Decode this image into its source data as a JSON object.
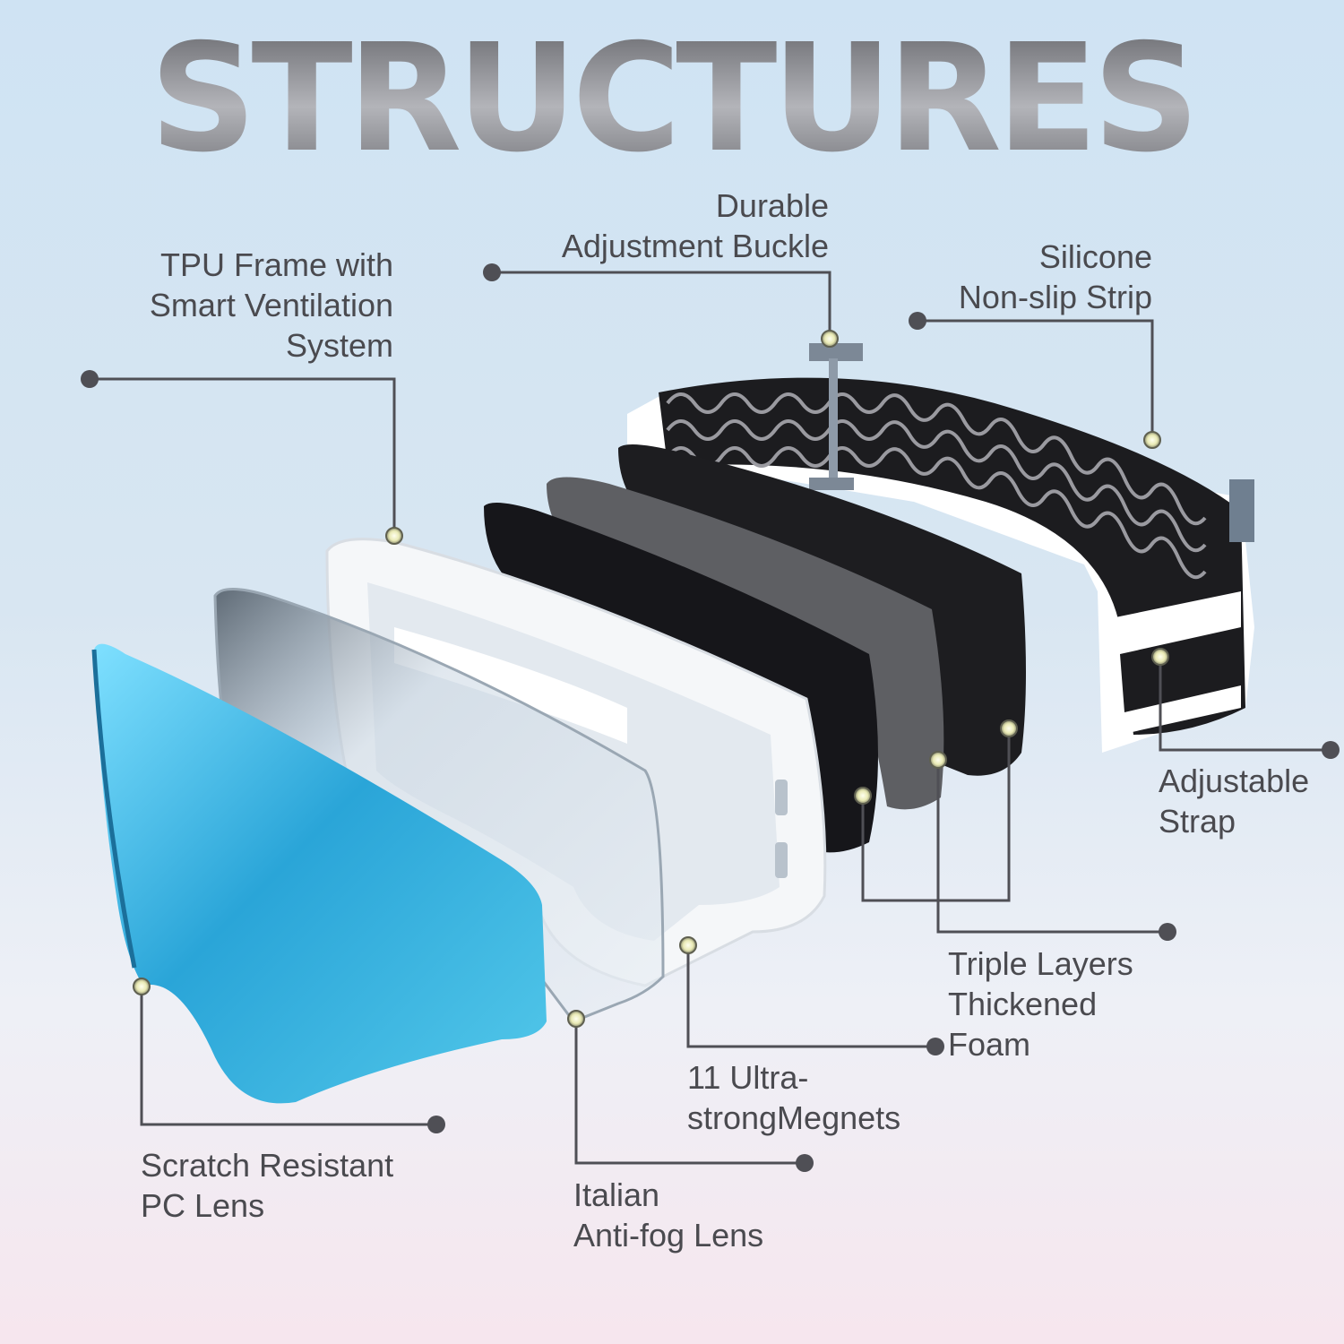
{
  "title": "STRUCTURES",
  "labels": {
    "buckle": {
      "line1": "Durable",
      "line2": "Adjustment Buckle"
    },
    "silicone": {
      "line1": "Silicone",
      "line2": "Non-slip Strip"
    },
    "frame": {
      "line1": "TPU Frame with",
      "line2": "Smart Ventilation",
      "line3": "System"
    },
    "strap": {
      "line1": "Adjustable",
      "line2": "Strap"
    },
    "foam": {
      "line1": "Triple Layers",
      "line2": "Thickened",
      "line3": "Foam"
    },
    "magnets": {
      "line1": "11 Ultra-",
      "line2": "strongMegnets"
    },
    "pclens": {
      "line1": "Scratch Resistant",
      "line2": "PC Lens"
    },
    "antifog": {
      "line1": "Italian",
      "line2": "Anti-fog Lens"
    }
  },
  "colors": {
    "text": "#4a4a4f",
    "leader": "#4f4f55",
    "hotspot": "#f1f1c4",
    "lens": "#2aa5d8"
  }
}
